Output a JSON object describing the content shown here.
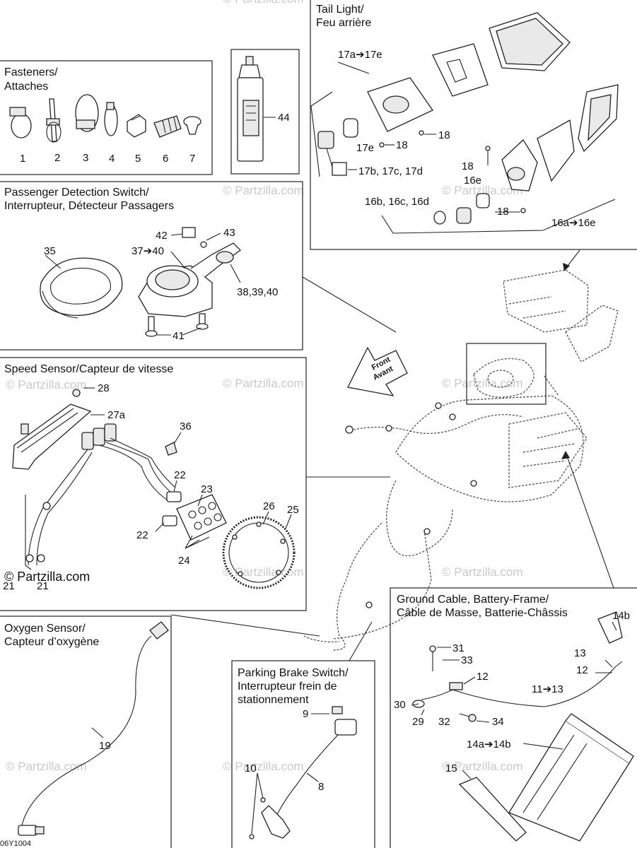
{
  "boxes": {
    "fasteners": {
      "title_line1": "Fasteners/",
      "title_line2": "Attaches",
      "callouts": [
        "1",
        "2",
        "3",
        "4",
        "5",
        "6",
        "7"
      ]
    },
    "sealant": {
      "callout": "44"
    },
    "tail_light": {
      "title_line1": "Tail Light/",
      "title_line2": "Feu arrière",
      "callouts": {
        "c17a": "17a➔17e",
        "c17e": "17e",
        "c18a": "18",
        "c18b": "18",
        "c17b": "17b, 17c, 17d",
        "c18c": "18",
        "c16e": "16e",
        "c16b": "16b, 16c, 16d",
        "c18d": "18",
        "c16a": "16a➔16e"
      }
    },
    "passenger": {
      "title_line1": "Passenger Detection Switch/",
      "title_line2": "Interrupteur, Détecteur Passagers",
      "callouts": {
        "c35": "35",
        "c42": "42",
        "c43": "43",
        "c37": "37➔40",
        "c38": "38,39,40",
        "c41": "41"
      }
    },
    "speed": {
      "title": "Speed Sensor/Capteur de vitesse",
      "callouts": {
        "c28": "28",
        "c27a": "27a",
        "c36": "36",
        "c22a": "22",
        "c23": "23",
        "c22b": "22",
        "c24": "24",
        "c26": "26",
        "c25": "25",
        "c21a": "21",
        "c21b": "21"
      }
    },
    "oxygen": {
      "title_line1": "Oxygen Sensor/",
      "title_line2": "Capteur d’oxygène",
      "callouts": {
        "c19": "19"
      }
    },
    "parking": {
      "title_line1": "Parking Brake Switch/",
      "title_line2": "Interrupteur frein de",
      "title_line3": "stationnement",
      "callouts": {
        "c9": "9",
        "c10": "10",
        "c8": "8"
      }
    },
    "ground": {
      "title_line1": "Ground Cable, Battery-Frame/",
      "title_line2": "Câble de Masse, Batterie-Châssis",
      "callouts": {
        "c14b": "14b",
        "c31": "31",
        "c33": "33",
        "c13": "13",
        "c12a": "12",
        "c12b": "12",
        "c11": "11➔13",
        "c30": "30",
        "c29": "29",
        "c32": "32",
        "c34": "34",
        "c14a": "14a➔14b",
        "c15": "15"
      }
    }
  },
  "front_arrow": {
    "line1": "Front",
    "line2": "Avant"
  },
  "watermark": {
    "text": "© Partzilla.com"
  },
  "footer": {
    "code": "06Y1004"
  }
}
